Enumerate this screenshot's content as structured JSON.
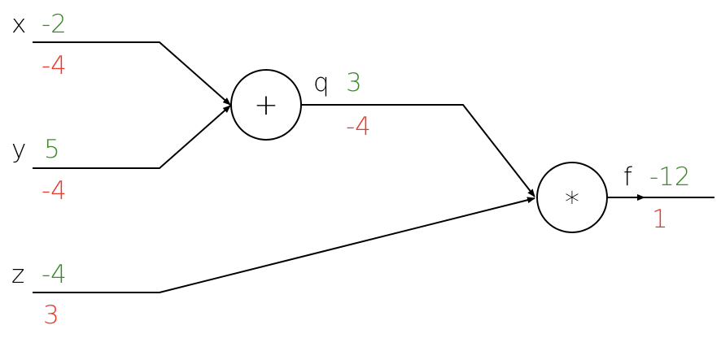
{
  "colors": {
    "forward_value": "#3d8a2a",
    "gradient_value": "#e8392b",
    "edge": "#000000",
    "text": "#000000"
  },
  "inputs": {
    "x": {
      "name": "x",
      "value": "-2",
      "gradient": "-4"
    },
    "y": {
      "name": "y",
      "value": "5",
      "gradient": "-4"
    },
    "z": {
      "name": "z",
      "value": "-4",
      "gradient": "3"
    }
  },
  "nodes": {
    "add": {
      "symbol": "+"
    },
    "multiply": {
      "symbol": "*"
    }
  },
  "intermediate": {
    "q": {
      "name": "q",
      "value": "3",
      "gradient": "-4"
    }
  },
  "output": {
    "f": {
      "name": "f",
      "value": "-12",
      "gradient": "1"
    }
  }
}
